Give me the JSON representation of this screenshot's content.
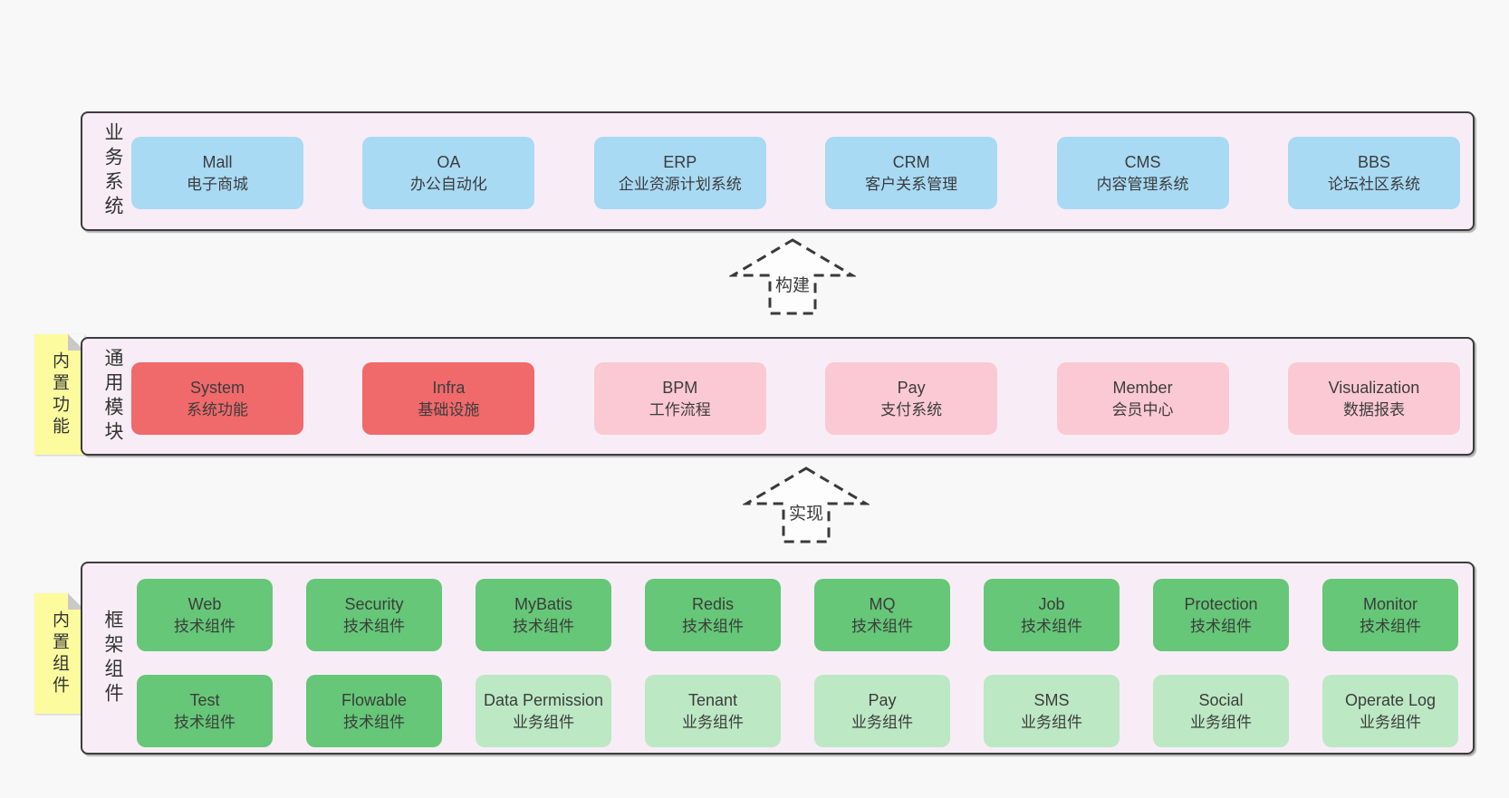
{
  "colors": {
    "page-bg": "#f8f8f8",
    "panel-bg": "#f8edf6",
    "panel-border": "#3c3c3c",
    "box-blue": "#a8daf4",
    "box-red": "#f0696b",
    "box-pink": "#fbc9d3",
    "box-green": "#65c777",
    "box-green-light": "#bce8c4",
    "note-yellow": "#fcfc9f",
    "note-fold": "#c9c9c9",
    "text": "#3c3c3c"
  },
  "arrows": [
    {
      "label": "构建"
    },
    {
      "label": "实现"
    }
  ],
  "layers": {
    "business": {
      "label": "业务系统",
      "boxes": [
        {
          "en": "Mall",
          "zh": "电子商城"
        },
        {
          "en": "OA",
          "zh": "办公自动化"
        },
        {
          "en": "ERP",
          "zh": "企业资源计划系统"
        },
        {
          "en": "CRM",
          "zh": "客户关系管理"
        },
        {
          "en": "CMS",
          "zh": "内容管理系统"
        },
        {
          "en": "BBS",
          "zh": "论坛社区系统"
        }
      ]
    },
    "modules": {
      "label": "通用模块",
      "note": "内置功能",
      "boxes": [
        {
          "en": "System",
          "zh": "系统功能"
        },
        {
          "en": "Infra",
          "zh": "基础设施"
        },
        {
          "en": "BPM",
          "zh": "工作流程"
        },
        {
          "en": "Pay",
          "zh": "支付系统"
        },
        {
          "en": "Member",
          "zh": "会员中心"
        },
        {
          "en": "Visualization",
          "zh": "数据报表"
        }
      ]
    },
    "components": {
      "label": "框架组件",
      "note": "内置组件",
      "rows": [
        [
          {
            "en": "Web",
            "zh": "技术组件"
          },
          {
            "en": "Security",
            "zh": "技术组件"
          },
          {
            "en": "MyBatis",
            "zh": "技术组件"
          },
          {
            "en": "Redis",
            "zh": "技术组件"
          },
          {
            "en": "MQ",
            "zh": "技术组件"
          },
          {
            "en": "Job",
            "zh": "技术组件"
          },
          {
            "en": "Protection",
            "zh": "技术组件"
          },
          {
            "en": "Monitor",
            "zh": "技术组件"
          }
        ],
        [
          {
            "en": "Test",
            "zh": "技术组件"
          },
          {
            "en": "Flowable",
            "zh": "技术组件"
          },
          {
            "en": "Data Permission",
            "zh": "业务组件"
          },
          {
            "en": "Tenant",
            "zh": "业务组件"
          },
          {
            "en": "Pay",
            "zh": "业务组件"
          },
          {
            "en": "SMS",
            "zh": "业务组件"
          },
          {
            "en": "Social",
            "zh": "业务组件"
          },
          {
            "en": "Operate Log",
            "zh": "业务组件"
          }
        ]
      ]
    }
  }
}
